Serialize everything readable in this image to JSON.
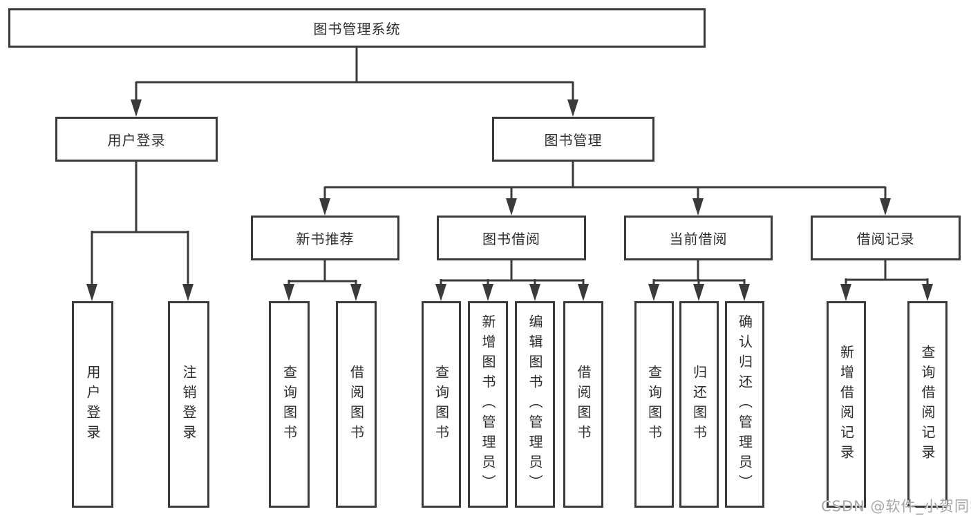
{
  "diagram": {
    "type": "tree",
    "root": {
      "label": "图书管理系统"
    },
    "level2": [
      {
        "label": "用户登录",
        "parent": "图书管理系统"
      },
      {
        "label": "图书管理",
        "parent": "图书管理系统"
      }
    ],
    "level3": [
      {
        "label": "新书推荐",
        "parent": "图书管理"
      },
      {
        "label": "图书借阅",
        "parent": "图书管理"
      },
      {
        "label": "当前借阅",
        "parent": "图书管理"
      },
      {
        "label": "借阅记录",
        "parent": "图书管理"
      }
    ],
    "leaves": [
      {
        "label": "用户登录",
        "parent": "用户登录"
      },
      {
        "label": "注销登录",
        "parent": "用户登录"
      },
      {
        "label": "查询图书",
        "parent": "新书推荐"
      },
      {
        "label": "借阅图书",
        "parent": "新书推荐"
      },
      {
        "label": "查询图书",
        "parent": "图书借阅"
      },
      {
        "label": "新增图书（管理员）",
        "parent": "图书借阅"
      },
      {
        "label": "编辑图书（管理员）",
        "parent": "图书借阅"
      },
      {
        "label": "借阅图书",
        "parent": "图书借阅"
      },
      {
        "label": "查询图书",
        "parent": "当前借阅"
      },
      {
        "label": "归还图书",
        "parent": "当前借阅"
      },
      {
        "label": "确认归还（管理员）",
        "parent": "当前借阅"
      },
      {
        "label": "新增借阅记录",
        "parent": "借阅记录"
      },
      {
        "label": "查询借阅记录",
        "parent": "借阅记录"
      }
    ]
  },
  "watermark": "CSDN @软件_小贺同学",
  "colors": {
    "line": "#3a3a3a",
    "box_border": "#3a3a3a",
    "text": "#2d2d2d",
    "watermark": "#a6a6a6",
    "background": "#ffffff"
  }
}
